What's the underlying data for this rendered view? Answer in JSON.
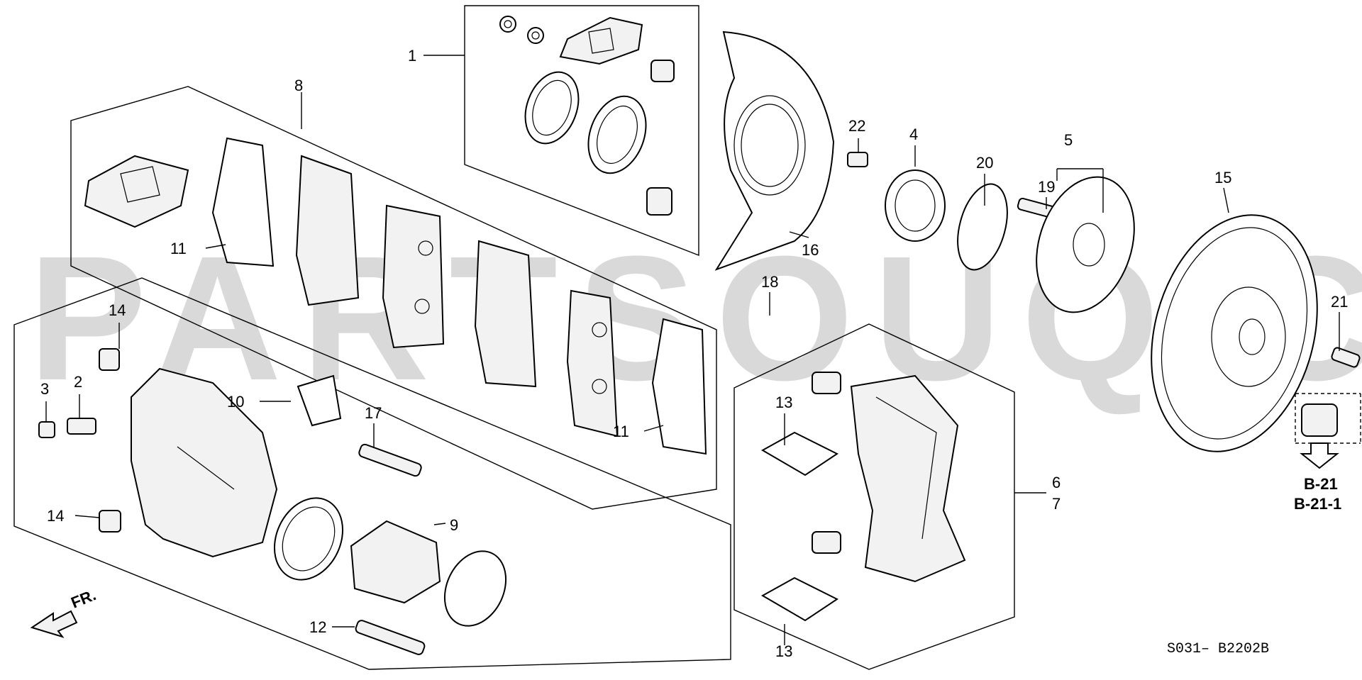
{
  "watermark": "PARTSOUQ.COM",
  "diagram_code": "S031– B2202B",
  "front_indicator": "FR.",
  "references": [
    "B-21",
    "B-21-1"
  ],
  "callouts": {
    "c1": "1",
    "c2": "2",
    "c3": "3",
    "c4": "4",
    "c5": "5",
    "c6": "6",
    "c7": "7",
    "c8": "8",
    "c9": "9",
    "c10": "10",
    "c11a": "11",
    "c11b": "11",
    "c12": "12",
    "c13a": "13",
    "c13b": "13",
    "c14a": "14",
    "c14b": "14",
    "c15": "15",
    "c16": "16",
    "c17": "17",
    "c18": "18",
    "c19": "19",
    "c20": "20",
    "c21": "21",
    "c22": "22"
  }
}
